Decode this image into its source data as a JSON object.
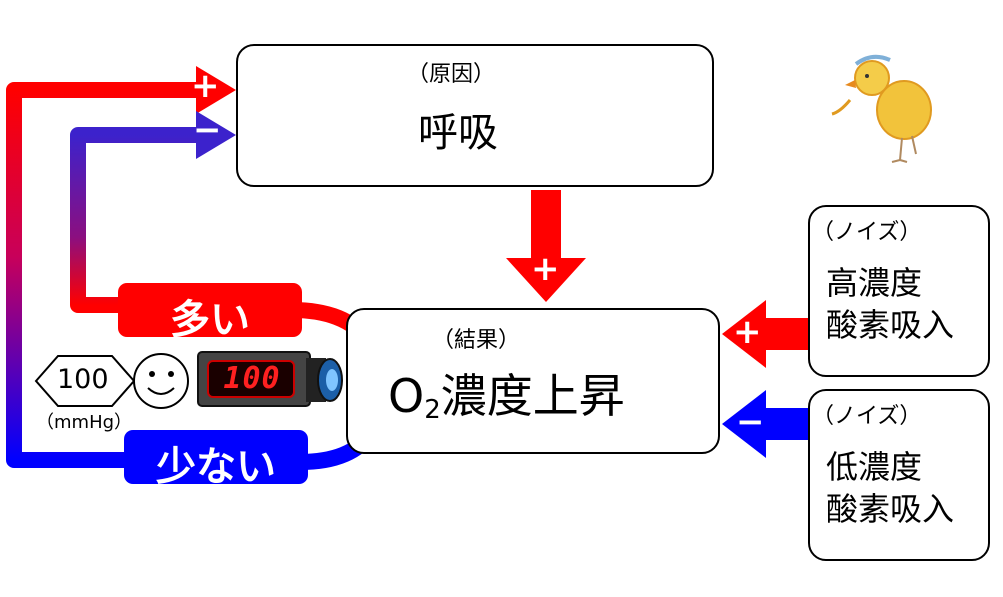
{
  "cause": {
    "note": "（原因）",
    "title": "呼吸"
  },
  "effect": {
    "note": "（結果）",
    "title_prefix": "O",
    "title_sub": "2",
    "title_rest": "濃度上昇"
  },
  "noise_high": {
    "note": "（ノイズ）",
    "line1": "高濃度",
    "line2": "酸素吸入"
  },
  "noise_low": {
    "note": "（ノイズ）",
    "line1": "低濃度",
    "line2": "酸素吸入"
  },
  "feedback": {
    "many": "多い",
    "few": "少ない"
  },
  "signs": {
    "plus": "+",
    "minus": "−"
  },
  "monitor": {
    "value": "100",
    "unit": "（mmHg）",
    "display": "100"
  },
  "colors": {
    "red": "#ff0000",
    "blue": "#0000ff",
    "purple": "#3a1fd0"
  }
}
